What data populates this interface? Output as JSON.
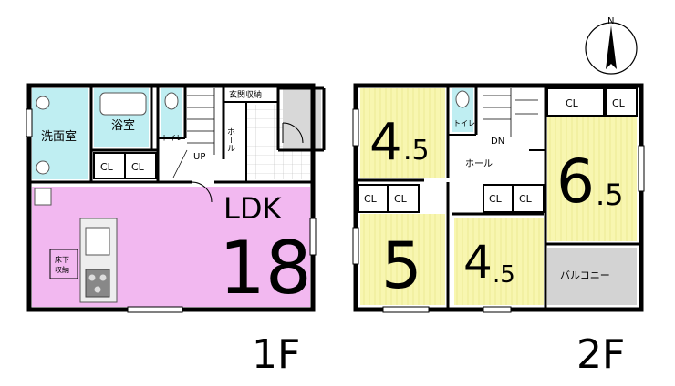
{
  "floor1": {
    "label": "1F",
    "rooms": {
      "washroom": "洗面室",
      "bathroom": "浴室",
      "toilet": "トイレ",
      "hall": "ホール",
      "entrance_storage": "玄関収納",
      "up": "UP",
      "cl_left": "CL",
      "cl_right": "CL",
      "ldk_label": "LDK",
      "ldk_size": "18",
      "underfloor_line1": "床下",
      "underfloor_line2": "収納"
    }
  },
  "floor2": {
    "label": "2F",
    "rooms": {
      "room_tl_int": "4",
      "room_tl_dec": ".5",
      "room_bl_size": "5",
      "room_bm_int": "4",
      "room_bm_dec": ".5",
      "room_r_int": "6",
      "room_r_dec": ".5",
      "toilet": "トイレ",
      "dn": "DN",
      "hall": "ホール",
      "balcony": "バルコニー",
      "cl_top_1": "CL",
      "cl_top_2": "CL",
      "cl_mid_1": "CL",
      "cl_mid_2": "CL",
      "cl_mid_3": "CL",
      "cl_mid_4": "CL"
    }
  },
  "compass": {
    "label": "N"
  },
  "colors": {
    "ldk": "#f2b8f0",
    "bedroom": "#f8f6b0",
    "wet_area": "#bfeef2",
    "balcony": "#d3d3d3",
    "wall": "#000000"
  }
}
